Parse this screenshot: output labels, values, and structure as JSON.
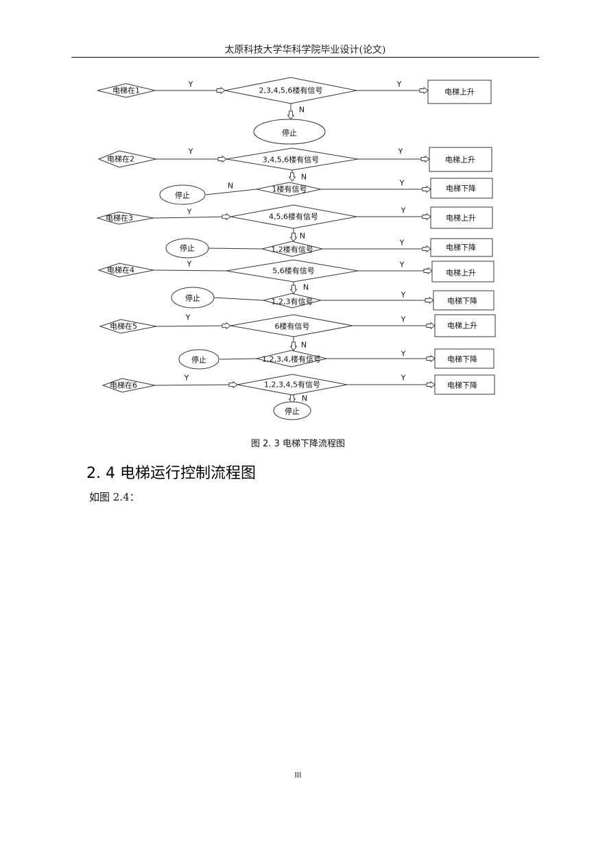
{
  "header": {
    "title": "太原科技大学华科学院毕业设计(论文)"
  },
  "flowchart": {
    "rows": [
      {
        "floor": "电梯在1",
        "check": "2,3,4,5,6楼有信号",
        "check_yes": "Y",
        "result": "电梯上升",
        "result_yes": "Y"
      },
      {
        "floor": "电梯在2",
        "check": "3,4,5,6楼有信号",
        "check_yes": "Y",
        "result": "电梯上升",
        "result_yes": "Y",
        "down_check": "1楼有信号",
        "down_no": "N",
        "down_result": "电梯下降",
        "down_yes": "Y",
        "stop": "停止"
      },
      {
        "floor": "电梯在3",
        "check": "4,5,6楼有信号",
        "check_yes": "Y",
        "result": "电梯上升",
        "result_yes": "Y",
        "down_check": "1,2楼有信号",
        "down_result": "电梯下降",
        "down_yes": "Y",
        "stop": "停止"
      },
      {
        "floor": "电梯在4",
        "check": "5,6楼有信号",
        "check_yes": "Y",
        "result": "电梯上升",
        "result_yes": "Y",
        "down_check": "1,2,3有信号",
        "down_result": "电梯下降",
        "down_yes": "Y",
        "stop": "停止"
      },
      {
        "floor": "电梯在5",
        "check": "6楼有信号",
        "check_yes": "Y",
        "result": "电梯上升",
        "result_yes": "Y",
        "down_check": "1,2,3,4,楼有信号",
        "down_result": "电梯下降",
        "down_yes": "Y",
        "stop": "停止"
      },
      {
        "floor": "电梯在6",
        "check": "1,2,3,4,5有信号",
        "check_yes": "Y",
        "result": "电梯下降",
        "result_yes": "Y"
      }
    ],
    "no_labels": [
      "N",
      "N",
      "N",
      "N",
      "N",
      "N"
    ],
    "stops": [
      "停止",
      "停止"
    ]
  },
  "caption": "图 2. 3  电梯下降流程图",
  "section": {
    "heading": "2. 4  电梯运行控制流程图"
  },
  "body_text": "如图 2.4：",
  "footer": {
    "page_number": "III"
  }
}
